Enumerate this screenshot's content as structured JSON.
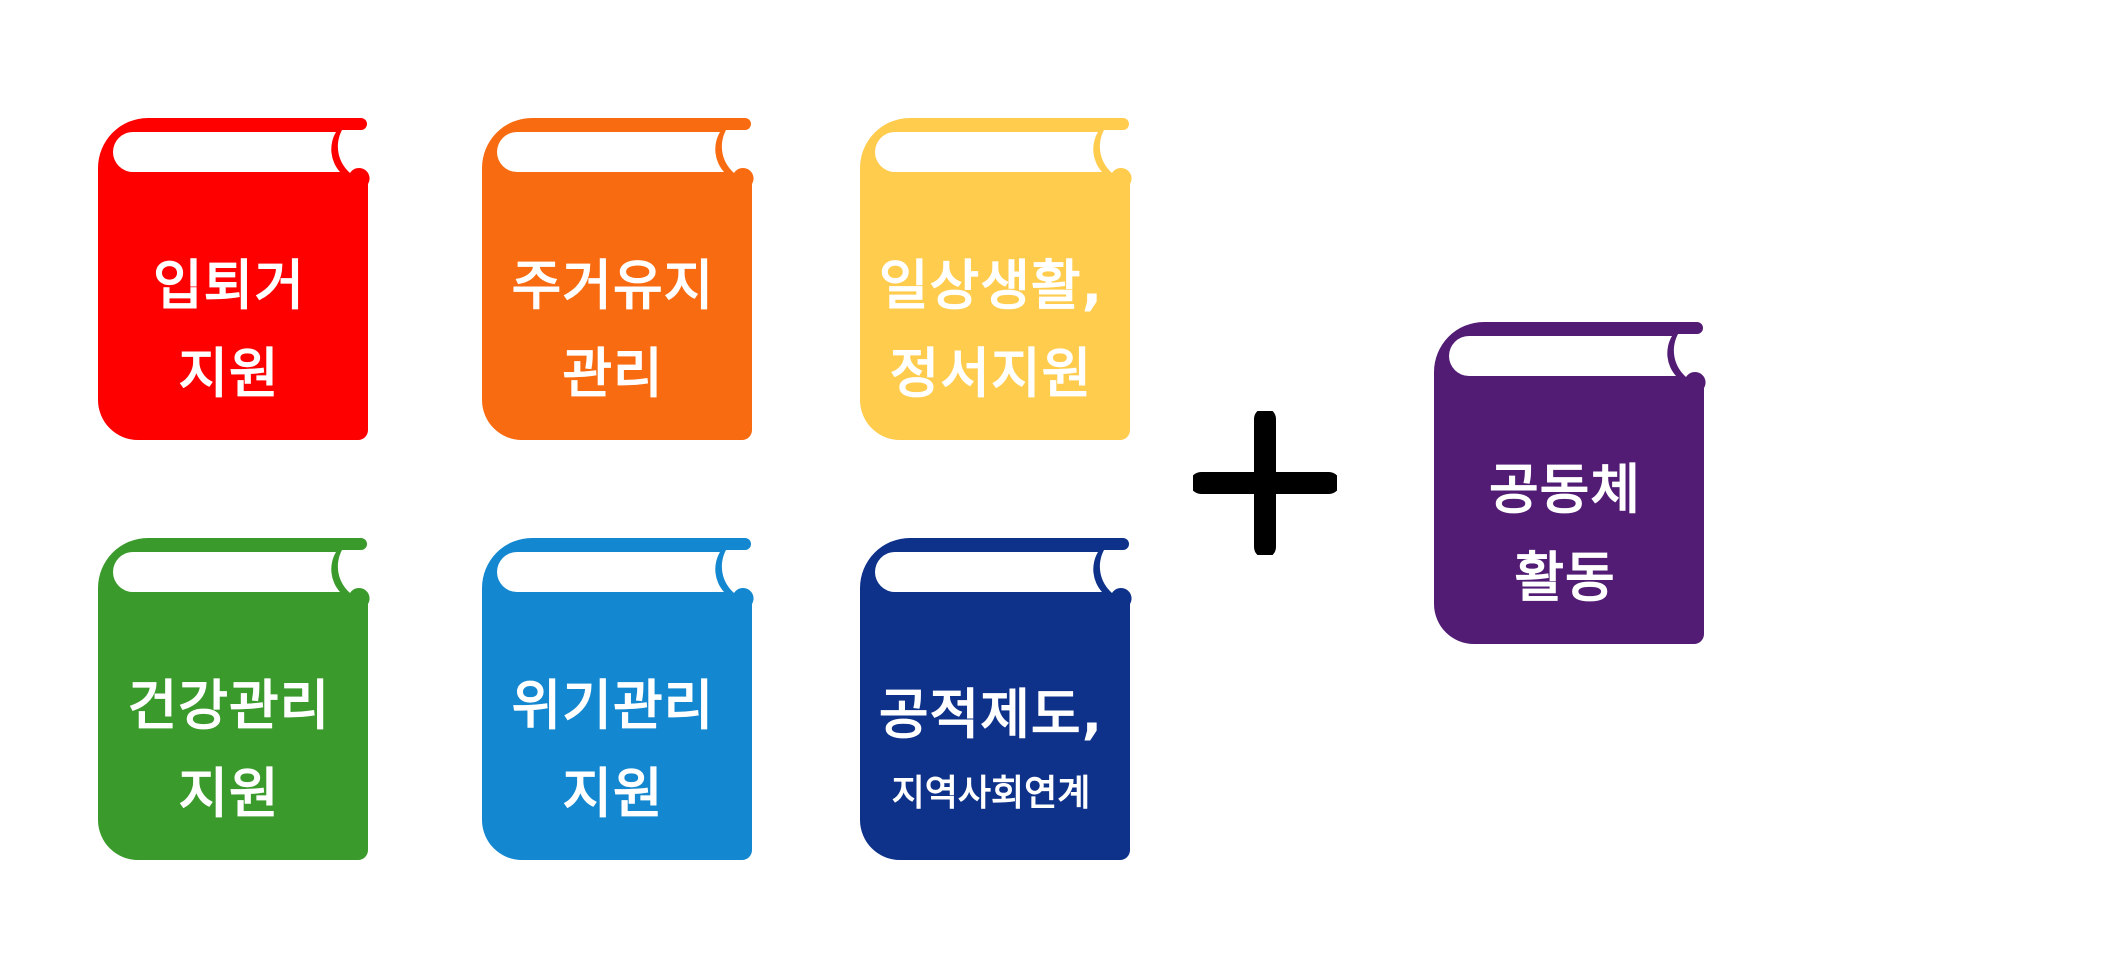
{
  "books": [
    {
      "id": "move-in-out",
      "color": "#ff0000",
      "lines": [
        "입퇴거",
        "지원"
      ]
    },
    {
      "id": "housing",
      "color": "#f96b10",
      "lines": [
        "주거유지",
        "관리"
      ]
    },
    {
      "id": "daily-life",
      "color": "#ffcc4d",
      "lines": [
        "일상생활,",
        "정서지원"
      ]
    },
    {
      "id": "health",
      "color": "#3b9a2c",
      "lines": [
        "건강관리",
        "지원"
      ]
    },
    {
      "id": "crisis",
      "color": "#1387d0",
      "lines": [
        "위기관리",
        "지원"
      ]
    },
    {
      "id": "public-system",
      "color": "#0e318a",
      "lines": [
        "공적제도,",
        "지역사회연계"
      ]
    },
    {
      "id": "community",
      "color": "#521c75",
      "lines": [
        "공동체",
        "활동"
      ]
    }
  ],
  "plus": {
    "symbol": "+",
    "color": "#000000"
  }
}
